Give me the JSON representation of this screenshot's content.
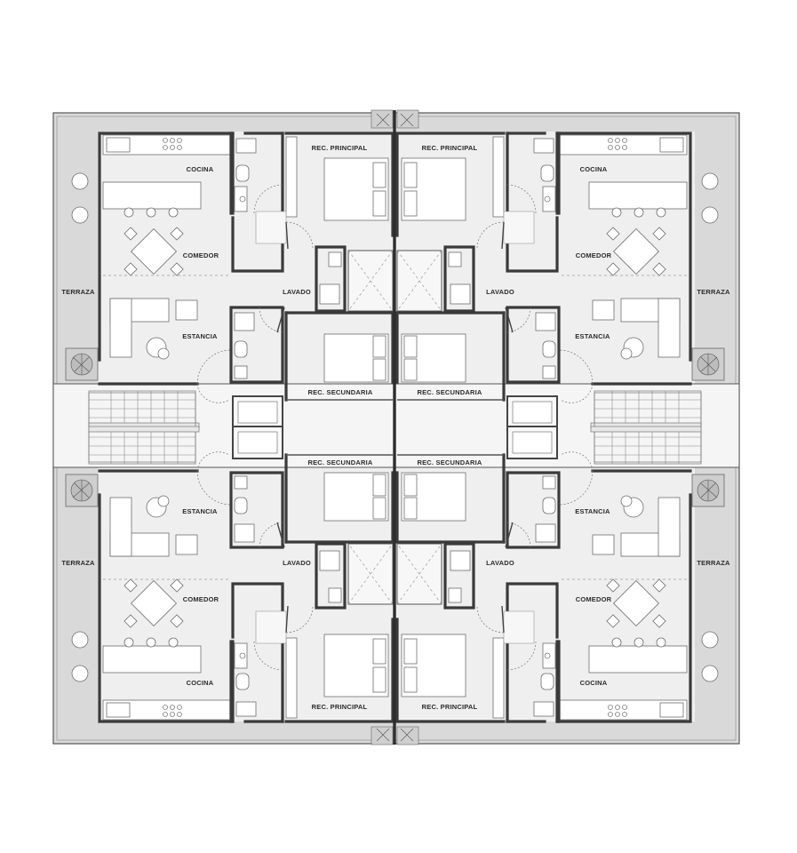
{
  "labels": {
    "cocina": "COCINA",
    "comedor": "COMEDOR",
    "estancia": "ESTANCIA",
    "terraza": "TERRAZA",
    "lavado": "LAVADO",
    "rec_principal": "REC. PRINCIPAL",
    "rec_secundaria": "REC. SECUNDARIA"
  },
  "units": [
    {
      "name": "unit-top-left"
    },
    {
      "name": "unit-top-right"
    },
    {
      "name": "unit-bottom-left"
    },
    {
      "name": "unit-bottom-right"
    }
  ],
  "colors": {
    "terrace": "#d9d9d9",
    "floor": "#efefef",
    "wall": "#3a3a3a",
    "furniture": "#ffffff"
  }
}
